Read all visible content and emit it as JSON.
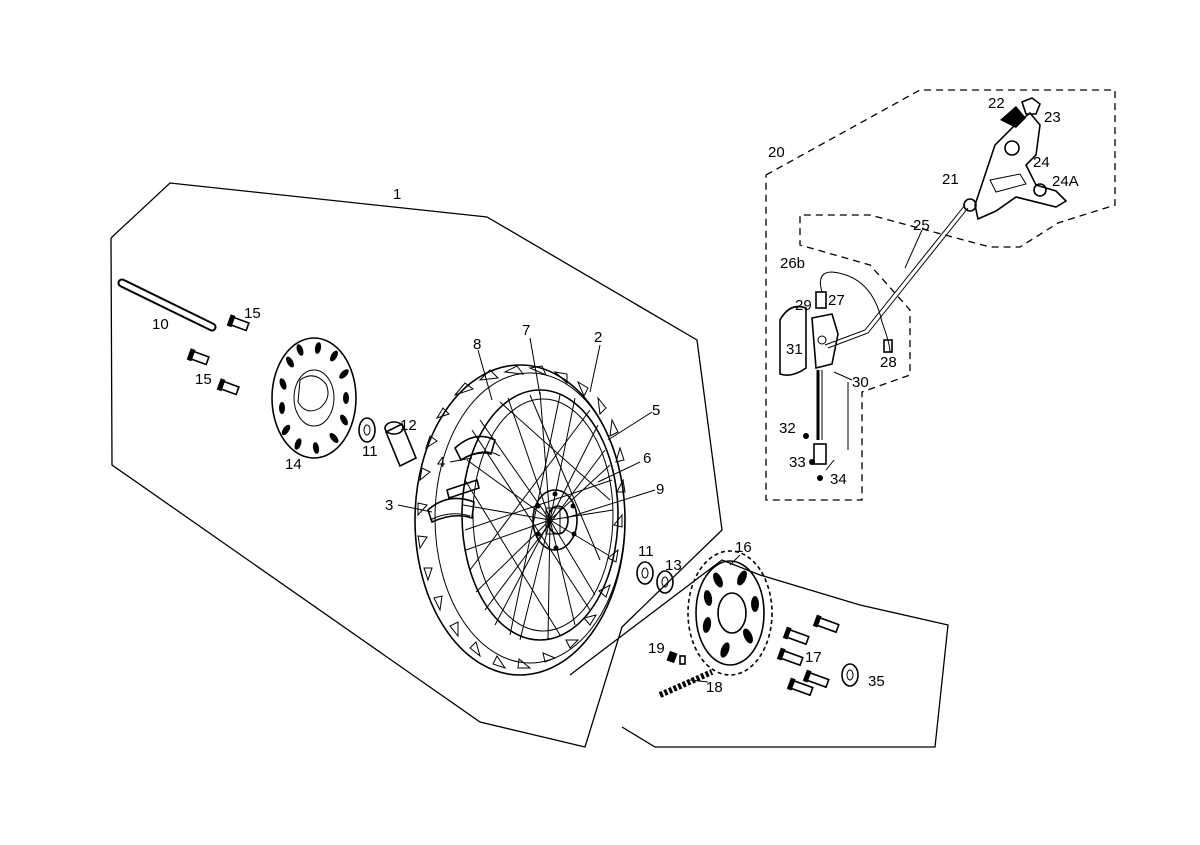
{
  "callouts": {
    "c1": "1",
    "c2": "2",
    "c3": "3",
    "c4": "4",
    "c5": "5",
    "c6": "6",
    "c7": "7",
    "c8": "8",
    "c9": "9",
    "c10": "10",
    "c11a": "11",
    "c11b": "11",
    "c12": "12",
    "c13": "13",
    "c14": "14",
    "c15a": "15",
    "c15b": "15",
    "c16": "16",
    "c17": "17",
    "c18": "18",
    "c19": "19",
    "c20": "20",
    "c21": "21",
    "c22": "22",
    "c23": "23",
    "c24": "24",
    "c24a": "24A",
    "c25": "25",
    "c26b": "26b",
    "c27": "27",
    "c28": "28",
    "c29": "29",
    "c30": "30",
    "c31": "31",
    "c32": "32",
    "c33": "33",
    "c34": "34",
    "c35": "35"
  },
  "colors": {
    "line": "#000000",
    "background": "#ffffff"
  }
}
